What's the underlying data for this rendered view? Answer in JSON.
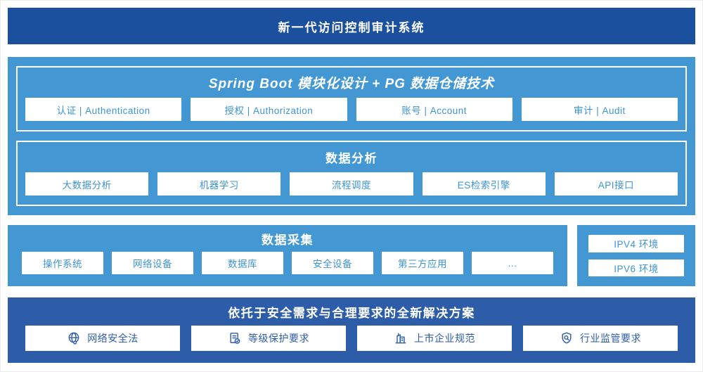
{
  "banner": {
    "title": "新一代访问控制审计系统"
  },
  "platform": {
    "header": "Spring Boot 模块化设计 + PG 数据仓储技术",
    "modules": [
      {
        "label": "认证 | Authentication"
      },
      {
        "label": "授权 | Authorization"
      },
      {
        "label": "账号 | Account"
      },
      {
        "label": "审计 | Audit"
      }
    ],
    "analysis": {
      "header": "数据分析",
      "items": [
        "大数据分析",
        "机器学习",
        "流程调度",
        "ES检索引擎",
        "API接口"
      ]
    }
  },
  "collection": {
    "header": "数据采集",
    "items": [
      "操作系统",
      "网络设备",
      "数据库",
      "安全设备",
      "第三方应用",
      "…"
    ]
  },
  "environment": {
    "items": [
      "IPV4 环境",
      "IPV6 环境"
    ]
  },
  "solution": {
    "header": "依托于安全需求与合理要求的全新解决方案",
    "items": [
      {
        "icon": "globe-pin-icon",
        "label": "网络安全法"
      },
      {
        "icon": "document-check-icon",
        "label": "等级保护要求"
      },
      {
        "icon": "building-icon",
        "label": "上市企业规范"
      },
      {
        "icon": "shield-search-icon",
        "label": "行业监管要求"
      }
    ]
  },
  "colors": {
    "banner_bg": "#1b509f",
    "section_blue": "#4398d4",
    "section_dark_blue": "#2d5da9",
    "button_text_blue": "#3e94d1",
    "button_bg": "#ffffff"
  }
}
